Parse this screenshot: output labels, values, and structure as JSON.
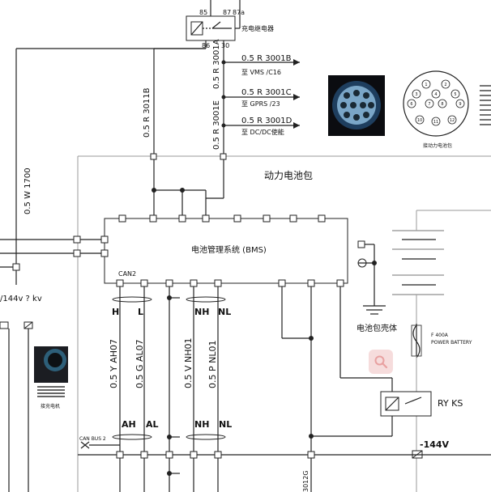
{
  "relay": {
    "pins": [
      "85",
      "87",
      "87a",
      "86",
      "30"
    ],
    "name": "充电继电器"
  },
  "wires": {
    "w3001b": "0.5 R 3001B",
    "w3001c": "0.5 R 3001C",
    "w3001d": "0.5 R 3001D",
    "w3001a": "0.5 R 3001A",
    "w3001e": "0.5 R 3001E",
    "w3011b": "0.5 R 3011B",
    "w1700": "0.5 W 1700",
    "ah07": "0.5 Y AH07",
    "al07": "0.5 G AL07",
    "nh01": "0.5 V NH01",
    "nl01": "0.5 P NL01",
    "w3012g": "3012G"
  },
  "destinations": {
    "vms": "至 VMS /C16",
    "gprs": "至 GPRS /23",
    "dcdc": "至 DC/DC使能"
  },
  "battery_pack": {
    "title": "动力电池包",
    "bms": "电池管理系统 (BMS)",
    "can2": "CAN2",
    "case": "电池包壳体"
  },
  "can_top_labels": [
    "H",
    "L",
    "NH",
    "NL"
  ],
  "can_bottom_labels": [
    "AH",
    "AL",
    "NH",
    "NL"
  ],
  "can_bus2": "CAN BUS 2",
  "fuse": {
    "line1": "F 400A",
    "line2": "POWER BATTERY"
  },
  "relay_ks": "RY KS",
  "voltage_right": "-144V",
  "voltage_left": "/144v ? kv",
  "connector_caption": "接动力电池包",
  "charger_caption": "接充电机",
  "connector_pins": [
    "1",
    "2",
    "3",
    "4",
    "5",
    "6",
    "7",
    "8",
    "9",
    "10",
    "11",
    "12"
  ],
  "colors": {
    "line": "#222222",
    "zoom_bg": "#f6dcdc",
    "zoom_icon": "#e8a0a0"
  },
  "icons": {
    "zoom": "magnifier-icon"
  }
}
